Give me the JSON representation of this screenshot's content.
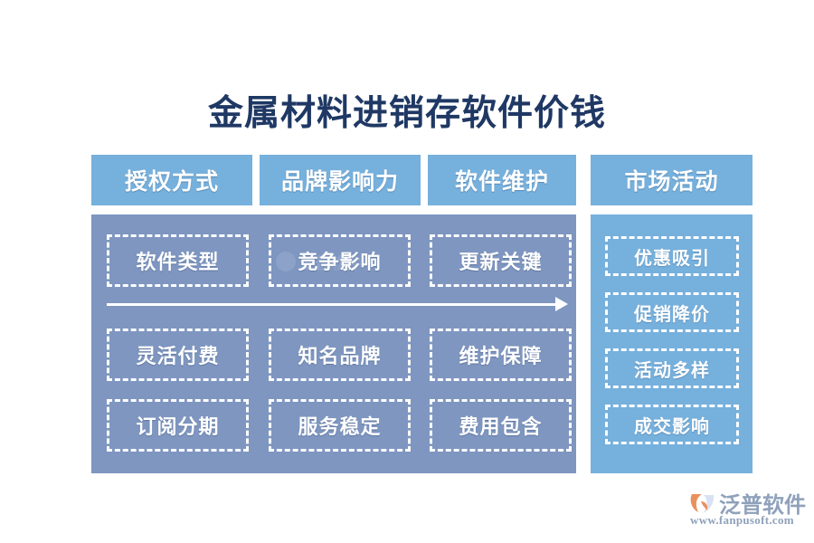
{
  "title": "金属材料进销存软件价钱",
  "headers": [
    {
      "label": "授权方式"
    },
    {
      "label": "品牌影响力"
    },
    {
      "label": "软件维护"
    },
    {
      "label": "市场活动"
    }
  ],
  "left_panel": {
    "rows": [
      {
        "cells": [
          "软件类型",
          "竞争影响",
          "更新关键"
        ]
      },
      {
        "cells": [
          "灵活付费",
          "知名品牌",
          "维护保障"
        ]
      },
      {
        "cells": [
          "订阅分期",
          "服务稳定",
          "费用包含"
        ]
      }
    ],
    "arrow": "right-arrow"
  },
  "right_panel": {
    "items": [
      "优惠吸引",
      "促销降价",
      "活动多样",
      "成交影响"
    ]
  },
  "watermark": {
    "text": "泛普软件"
  },
  "logo": {
    "name": "泛普软件",
    "url": "www.fanpusoft.com"
  },
  "colors": {
    "title": "#1f3864",
    "header_blue": "#76b0dc",
    "panel_steel": "#7e96c0",
    "dash_white": "#ffffff",
    "logo_text": "#8fa1bb",
    "logo_mark": "#e8915f",
    "background": "#ffffff"
  }
}
